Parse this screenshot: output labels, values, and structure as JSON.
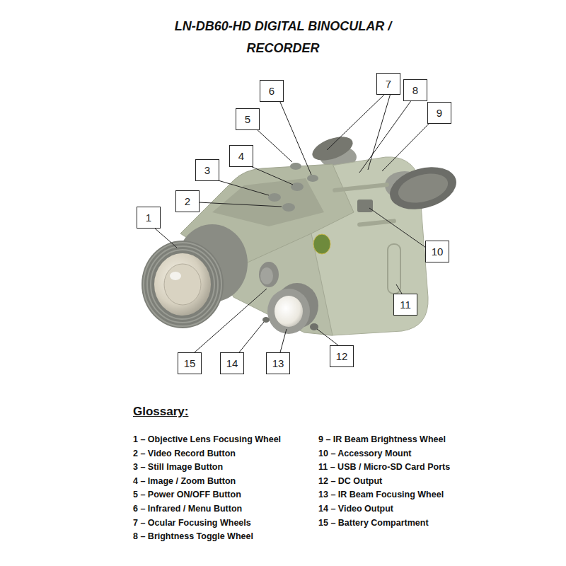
{
  "diagram": {
    "title": "LN-DB60-HD DIGITAL BINOCULAR / RECORDER",
    "nodes": [
      {
        "text": [
          "1"
        ]
      },
      {
        "text": [
          "2"
        ]
      },
      {
        "text": [
          "3"
        ]
      },
      {
        "text": [
          "4"
        ]
      },
      {
        "text": [
          "5"
        ]
      },
      {
        "text": [
          "6"
        ]
      },
      {
        "text": [
          "7"
        ]
      },
      {
        "text": [
          "8"
        ]
      },
      {
        "text": [
          "9"
        ]
      },
      {
        "text": [
          "10"
        ]
      },
      {
        "text": [
          "11"
        ]
      },
      {
        "text": [
          "12"
        ]
      },
      {
        "text": [
          "13"
        ]
      },
      {
        "text": [
          "14"
        ]
      },
      {
        "text": [
          "15"
        ]
      }
    ],
    "labels": [
      "Glossary:",
      "1 – Objective Lens Focusing Wheel",
      "2 – Video Record Button",
      "3 – Still Image Button",
      "4 – Image / Zoom Button",
      "5 – Power ON/OFF Button",
      "6 – Infrared / Menu Button",
      "7 – Ocular Focusing Wheels",
      "8 – Brightness Toggle Wheel",
      "9 – IR Beam Brightness Wheel",
      "10 – Accessory Mount",
      "11 – USB / Micro-SD Card Ports",
      "12 – DC Output",
      "13 – IR Beam Focusing Wheel",
      "14 – Video Output",
      "15 – Battery Compartment"
    ]
  }
}
